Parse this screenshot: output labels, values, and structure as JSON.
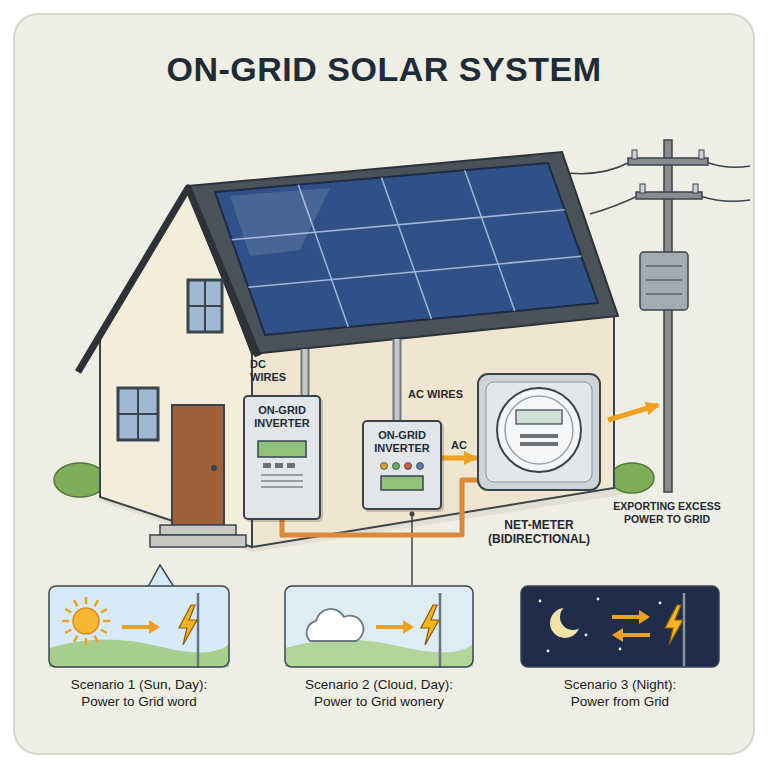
{
  "diagram": {
    "title": "ON-GRID SOLAR SYSTEM",
    "nodes": [
      {
        "text": [
          "ON-GRID INVERTER"
        ]
      },
      {
        "text": [
          "ON-GRID INVERTER"
        ]
      },
      {
        "text": [
          "NET-METER (BIDIRECTIONAL)"
        ]
      },
      {
        "text": [
          "Scenario 1 (Sun, Day): Power to Grid word"
        ]
      },
      {
        "text": [
          "Scenario 2 (Cloud, Day): Power to Grid wonery"
        ]
      },
      {
        "text": [
          "Scenario 3 (Night): Power from Grid"
        ]
      }
    ],
    "edges": [
      {
        "from": 1,
        "to": 2,
        "arrow": "to",
        "label": "AC"
      },
      {
        "from": 0,
        "to": 2,
        "arrow": "none"
      }
    ],
    "labels": [
      "DC WIRES",
      "AC WIRES",
      "EXPORTING EXCESS POWER TO GRID"
    ]
  }
}
